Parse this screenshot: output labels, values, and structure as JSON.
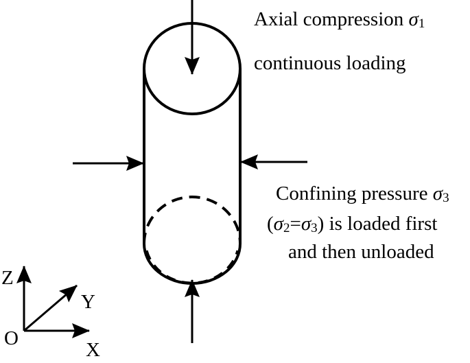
{
  "labels": {
    "axial_line1_text": "Axial compression ",
    "axial_sigma": "σ",
    "axial_sub": "1",
    "axial_line2": "continuous loading",
    "confining_line1_text": "Confining pressure ",
    "confining_sigma": "σ",
    "confining_sub": "3",
    "confining_line2_open": "(",
    "confining_line2_sigma_a": "σ",
    "confining_line2_sub_a": "2",
    "confining_line2_eq": "=",
    "confining_line2_sigma_b": "σ",
    "confining_line2_sub_b": "3",
    "confining_line2_rest": ") is loaded first",
    "confining_line3": "and then unloaded"
  },
  "axes": {
    "origin": "O",
    "x": "X",
    "y": "Y",
    "z": "Z"
  },
  "colors": {
    "stroke": "#000000",
    "background": "#ffffff"
  }
}
